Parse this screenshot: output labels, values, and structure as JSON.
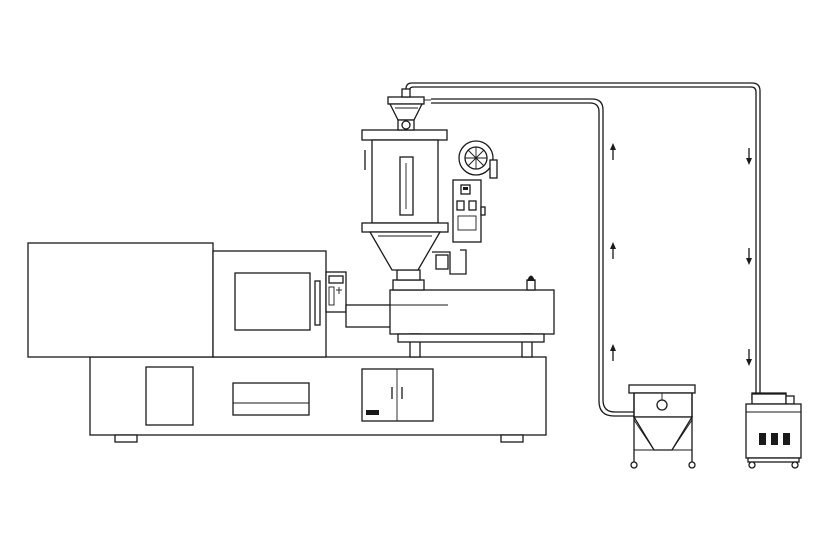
{
  "diagram": {
    "components": [
      {
        "id": "injection-molding-machine",
        "icon": "molding-machine-icon"
      },
      {
        "id": "hopper-dryer",
        "icon": "hopper-dryer-icon"
      },
      {
        "id": "hopper-loader",
        "icon": "hopper-loader-icon"
      },
      {
        "id": "dryer-blower-control-box",
        "icon": "control-box-icon"
      },
      {
        "id": "material-storage-bin",
        "icon": "storage-bin-icon"
      },
      {
        "id": "vacuum-loader-unit",
        "icon": "vacuum-unit-icon"
      }
    ],
    "flow": {
      "supply_line_direction": "up",
      "return_line_direction": "down",
      "arrow_count_per_line": 3
    },
    "colors": {
      "stroke": "#1a1a1a",
      "background": "#ffffff"
    }
  }
}
